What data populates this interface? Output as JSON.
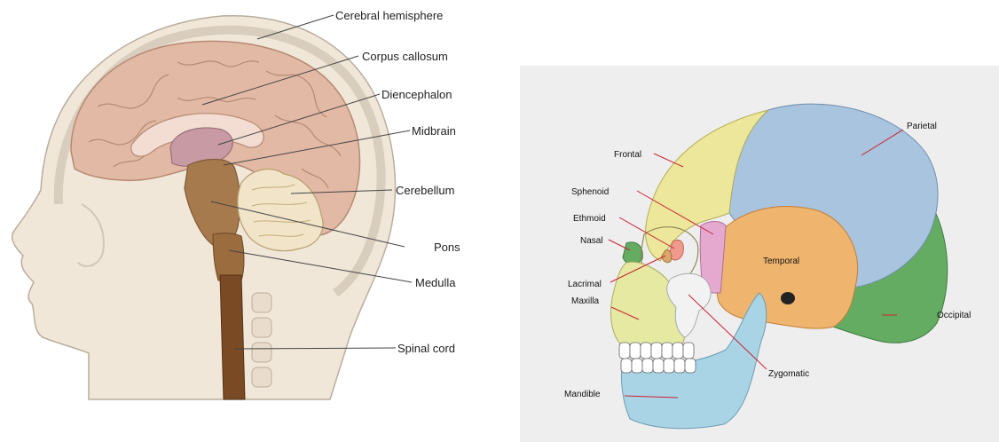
{
  "brain_labels": {
    "cerebral_hemisphere": "Cerebral hemisphere",
    "corpus_callosum": "Corpus callosum",
    "diencephalon": "Diencephalon",
    "midbrain": "Midbrain",
    "cerebellum": "Cerebellum",
    "pons": "Pons",
    "medulla": "Medulla",
    "spinal_cord": "Spinal cord"
  },
  "skull_labels": {
    "frontal": "Frontal",
    "parietal": "Parietal",
    "sphenoid": "Sphenoid",
    "ethmoid": "Ethmoid",
    "nasal": "Nasal",
    "temporal": "Temporal",
    "lacrimal": "Lacrimal",
    "maxilla": "Maxilla",
    "occipital": "Occipital",
    "zygomatic": "Zygomatic",
    "mandible": "Mandible"
  },
  "colors": {
    "skin": "#f1e7d9",
    "cerebrum": "#e2b9a4",
    "diencephalon": "#c79aa4",
    "brainstem": "#a77a4d",
    "spinal_cord": "#7a4a24",
    "cerebellum": "#f1e4c8",
    "frontal": "#ece79a",
    "parietal": "#a9c4de",
    "temporal": "#efb46e",
    "occipital": "#63ac62",
    "sphenoid": "#e5a9cf",
    "zygomatic": "#f2f2f2",
    "mandible": "#a8d4e6",
    "maxilla": "#e5e9a2",
    "leader_brain": "#444444",
    "leader_skull": "#cc2233",
    "skull_bg": "#eeeeee"
  }
}
